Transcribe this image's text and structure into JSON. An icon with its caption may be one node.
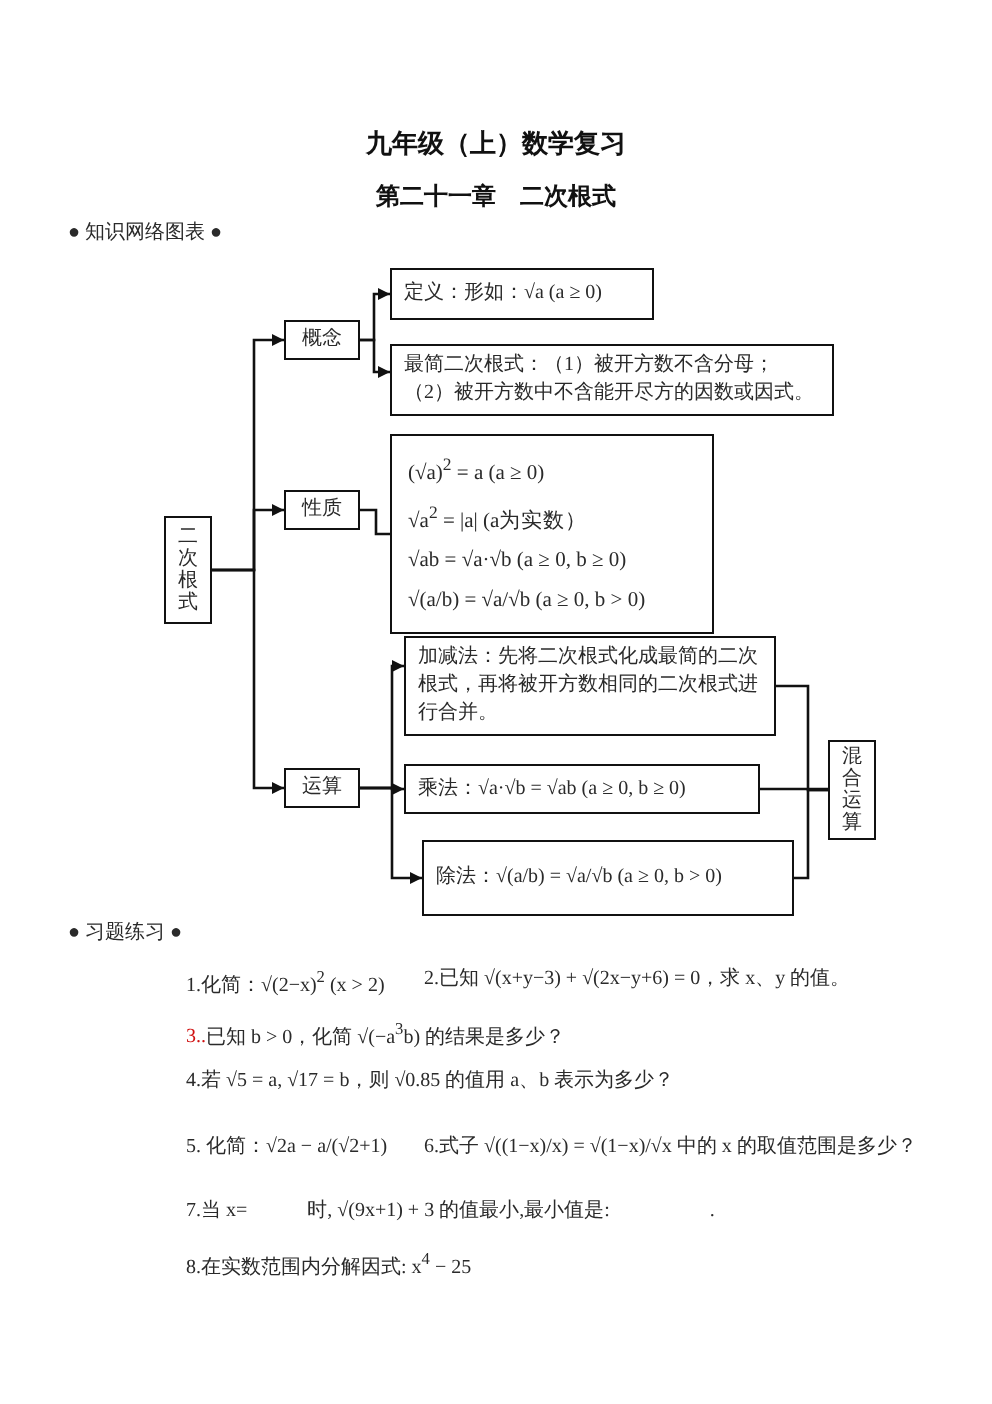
{
  "diagram": {
    "title": "九年级（上）数学复习",
    "nodes": [
      {
        "text": [
          "二次根式"
        ]
      },
      {
        "text": [
          "概念"
        ]
      },
      {
        "text": [
          "定义：形如：√a (a ≥ 0)"
        ]
      },
      {
        "text": [
          "最简二次根式：（1）被开方数不含分母；",
          "（2）被开方数中不含能开尽方的因数或因式。"
        ]
      },
      {
        "text": [
          "性质"
        ]
      },
      {
        "text": [
          "(√a)$^{2}$ = a (a ≥ 0)",
          "√a$^{2}$ = |a| (a为实数）",
          "√ab = √a·√b (a ≥ 0, b ≥ 0)",
          "√(a/b) = √a/√b (a ≥ 0, b > 0)"
        ]
      },
      {
        "text": [
          "运算"
        ]
      },
      {
        "text": [
          "加减法：先将二次根式化成最简的二次根式，再将被开方数相同的二次根式进行合并。"
        ]
      },
      {
        "text": [
          "乘法：√a·√b = √ab (a ≥ 0, b ≥ 0)"
        ]
      },
      {
        "text": [
          "除法：√(a/b) = √a/√b (a ≥ 0, b > 0)"
        ]
      },
      {
        "text": [
          "混合运算"
        ]
      }
    ],
    "edges": [
      {
        "from": 0,
        "to": 1,
        "arrow": "to"
      },
      {
        "from": 0,
        "to": 4,
        "arrow": "to"
      },
      {
        "from": 0,
        "to": 6,
        "arrow": "to"
      },
      {
        "from": 1,
        "to": 2,
        "arrow": "to"
      },
      {
        "from": 1,
        "to": 3,
        "arrow": "to"
      },
      {
        "from": 4,
        "to": 5,
        "arrow": "none"
      },
      {
        "from": 6,
        "to": 7,
        "arrow": "to"
      },
      {
        "from": 6,
        "to": 8,
        "arrow": "to"
      },
      {
        "from": 6,
        "to": 9,
        "arrow": "to"
      },
      {
        "from": 7,
        "to": 10,
        "arrow": "none"
      },
      {
        "from": 8,
        "to": 10,
        "arrow": "none"
      },
      {
        "from": 9,
        "to": 10,
        "arrow": "none"
      }
    ],
    "labels": [
      "第二十一章　二次根式",
      "● 知识网络图表 ●",
      "● 习题练习 ●",
      "1.化简：√(2−x)$^{2}$ (x > 2)",
      "2.已知 √(x+y−3) + √(2x−y+6) = 0，求 x、y 的值。",
      "3..已知 b > 0，化简 √(−a$^{3}$b) 的结果是多少？",
      "4.若 √5 = a, √17 = b，则 √0.85 的值用 a、b 表示为多少？",
      "5. 化简：√2a − a/(√2+1)",
      "6.式子 √((1−x)/x) = √(1−x)/√x 中的 x 的取值范围是多少？",
      "7.当 x=　　　时, √(9x+1) + 3 的值最小,最小值是:　　　　　.",
      "8.在实数范围内分解因式: x$^{4}$ − 25"
    ]
  }
}
